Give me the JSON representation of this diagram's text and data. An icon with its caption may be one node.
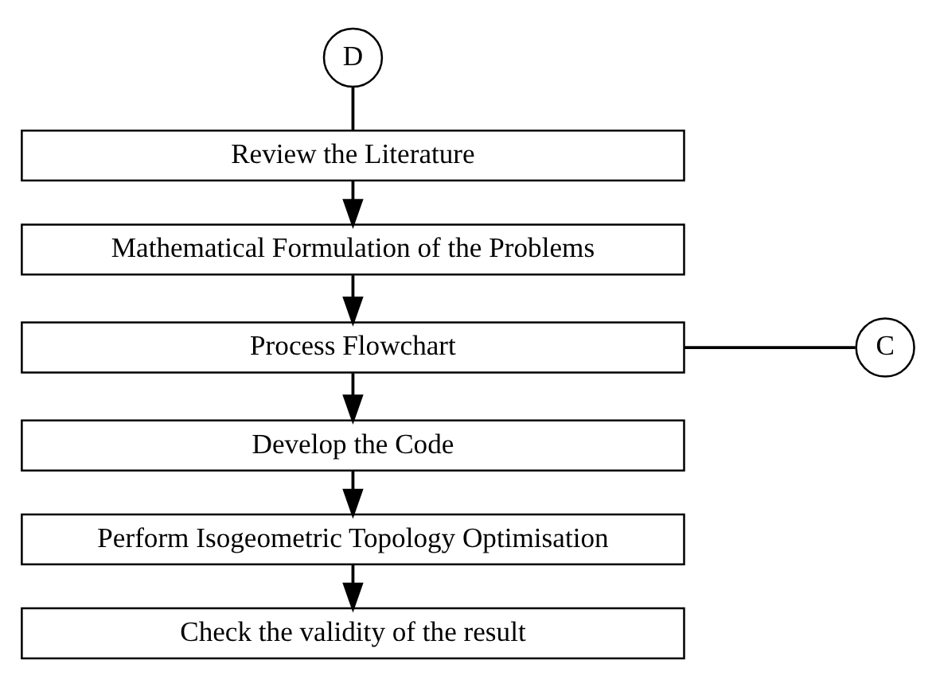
{
  "diagram": {
    "nodes": [
      {
        "text": [
          "D"
        ]
      },
      {
        "text": [
          "Review the Literature"
        ]
      },
      {
        "text": [
          "Mathematical Formulation of the Problems"
        ]
      },
      {
        "text": [
          "Process Flowchart"
        ]
      },
      {
        "text": [
          "Develop the Code"
        ]
      },
      {
        "text": [
          "Perform Isogeometric Topology Optimisation"
        ]
      },
      {
        "text": [
          "Check the validity of the result"
        ]
      },
      {
        "text": [
          "C"
        ]
      }
    ],
    "edges": [
      {
        "from": 0,
        "to": 1,
        "arrow": "none"
      },
      {
        "from": 1,
        "to": 2,
        "arrow": "to"
      },
      {
        "from": 2,
        "to": 3,
        "arrow": "to"
      },
      {
        "from": 3,
        "to": 4,
        "arrow": "to"
      },
      {
        "from": 4,
        "to": 5,
        "arrow": "to"
      },
      {
        "from": 5,
        "to": 6,
        "arrow": "to"
      },
      {
        "from": 3,
        "to": 7,
        "arrow": "none"
      }
    ]
  }
}
